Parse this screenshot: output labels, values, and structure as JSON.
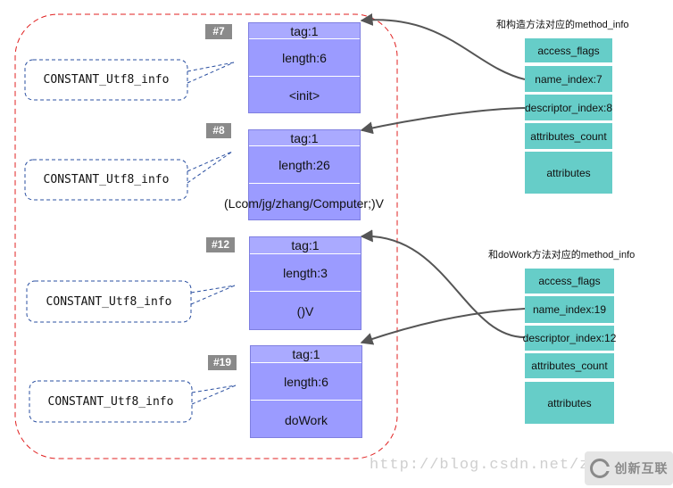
{
  "constant_pool": [
    {
      "index": "#7",
      "tag": "tag:1",
      "length": "length:6",
      "value": "<init>"
    },
    {
      "index": "#8",
      "tag": "tag:1",
      "length": "length:26",
      "value": "(Lcom/jg/zhang/Computer;)V"
    },
    {
      "index": "#12",
      "tag": "tag:1",
      "length": "length:3",
      "value": "()V"
    },
    {
      "index": "#19",
      "tag": "tag:1",
      "length": "length:6",
      "value": "doWork"
    }
  ],
  "constant_type_label": "CONSTANT_Utf8_info",
  "method_info_1": {
    "caption": "和构造方法对应的method_info",
    "fields": [
      "access_flags",
      "name_index:7",
      "descriptor_index:8",
      "attributes_count",
      "attributes"
    ]
  },
  "method_info_2": {
    "caption": "和doWork方法对应的method_info",
    "fields": [
      "access_flags",
      "name_index:19",
      "descriptor_index:12",
      "attributes_count",
      "attributes"
    ]
  },
  "watermark": "http://blog.csdn.net/zha",
  "logo_text": "创新互联",
  "colors": {
    "constant_box": "#9b9bff",
    "method_info_box": "#66cdc8",
    "dashed_border": "#e02020",
    "arrow": "#555555",
    "connector": "#2a4fa0"
  }
}
